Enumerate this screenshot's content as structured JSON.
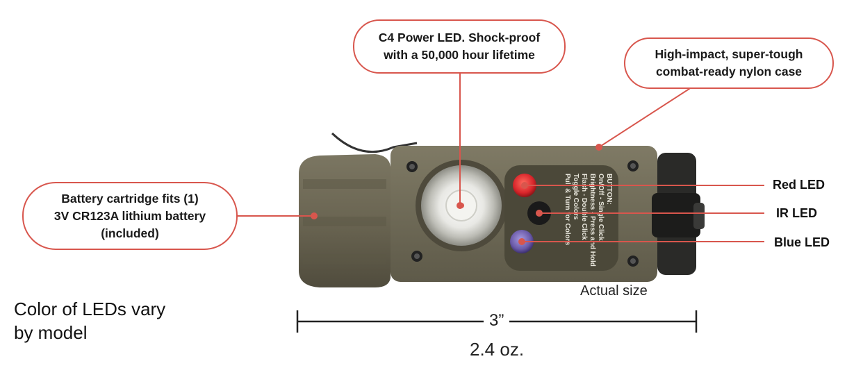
{
  "callouts": {
    "led": [
      "C4 Power LED. Shock-proof",
      "with a 50,000 hour lifetime"
    ],
    "case": [
      "High-impact, super-tough",
      "combat-ready nylon case"
    ],
    "battery": [
      "Battery cartridge fits (1)",
      "3V CR123A  lithium battery",
      "(included)"
    ]
  },
  "labels": {
    "red_led": "Red LED",
    "ir_led": "IR LED",
    "blue_led": "Blue LED"
  },
  "button_text": [
    "BUTTON:",
    "On/Off - Single Click",
    "Brightness - Press and Hold",
    "Flash - Double Click",
    "Toggle Colors",
    "Pull & Turn for Colors"
  ],
  "actual_size": "Actual size",
  "note": [
    "Color of LEDs vary",
    "by model"
  ],
  "dimension": "3”",
  "weight": "2.4 oz.",
  "colors": {
    "callout_border": "#d8564d",
    "body": "#6f6a55",
    "red_led": "#d8262b",
    "blue_led": "#6a5aa8"
  }
}
